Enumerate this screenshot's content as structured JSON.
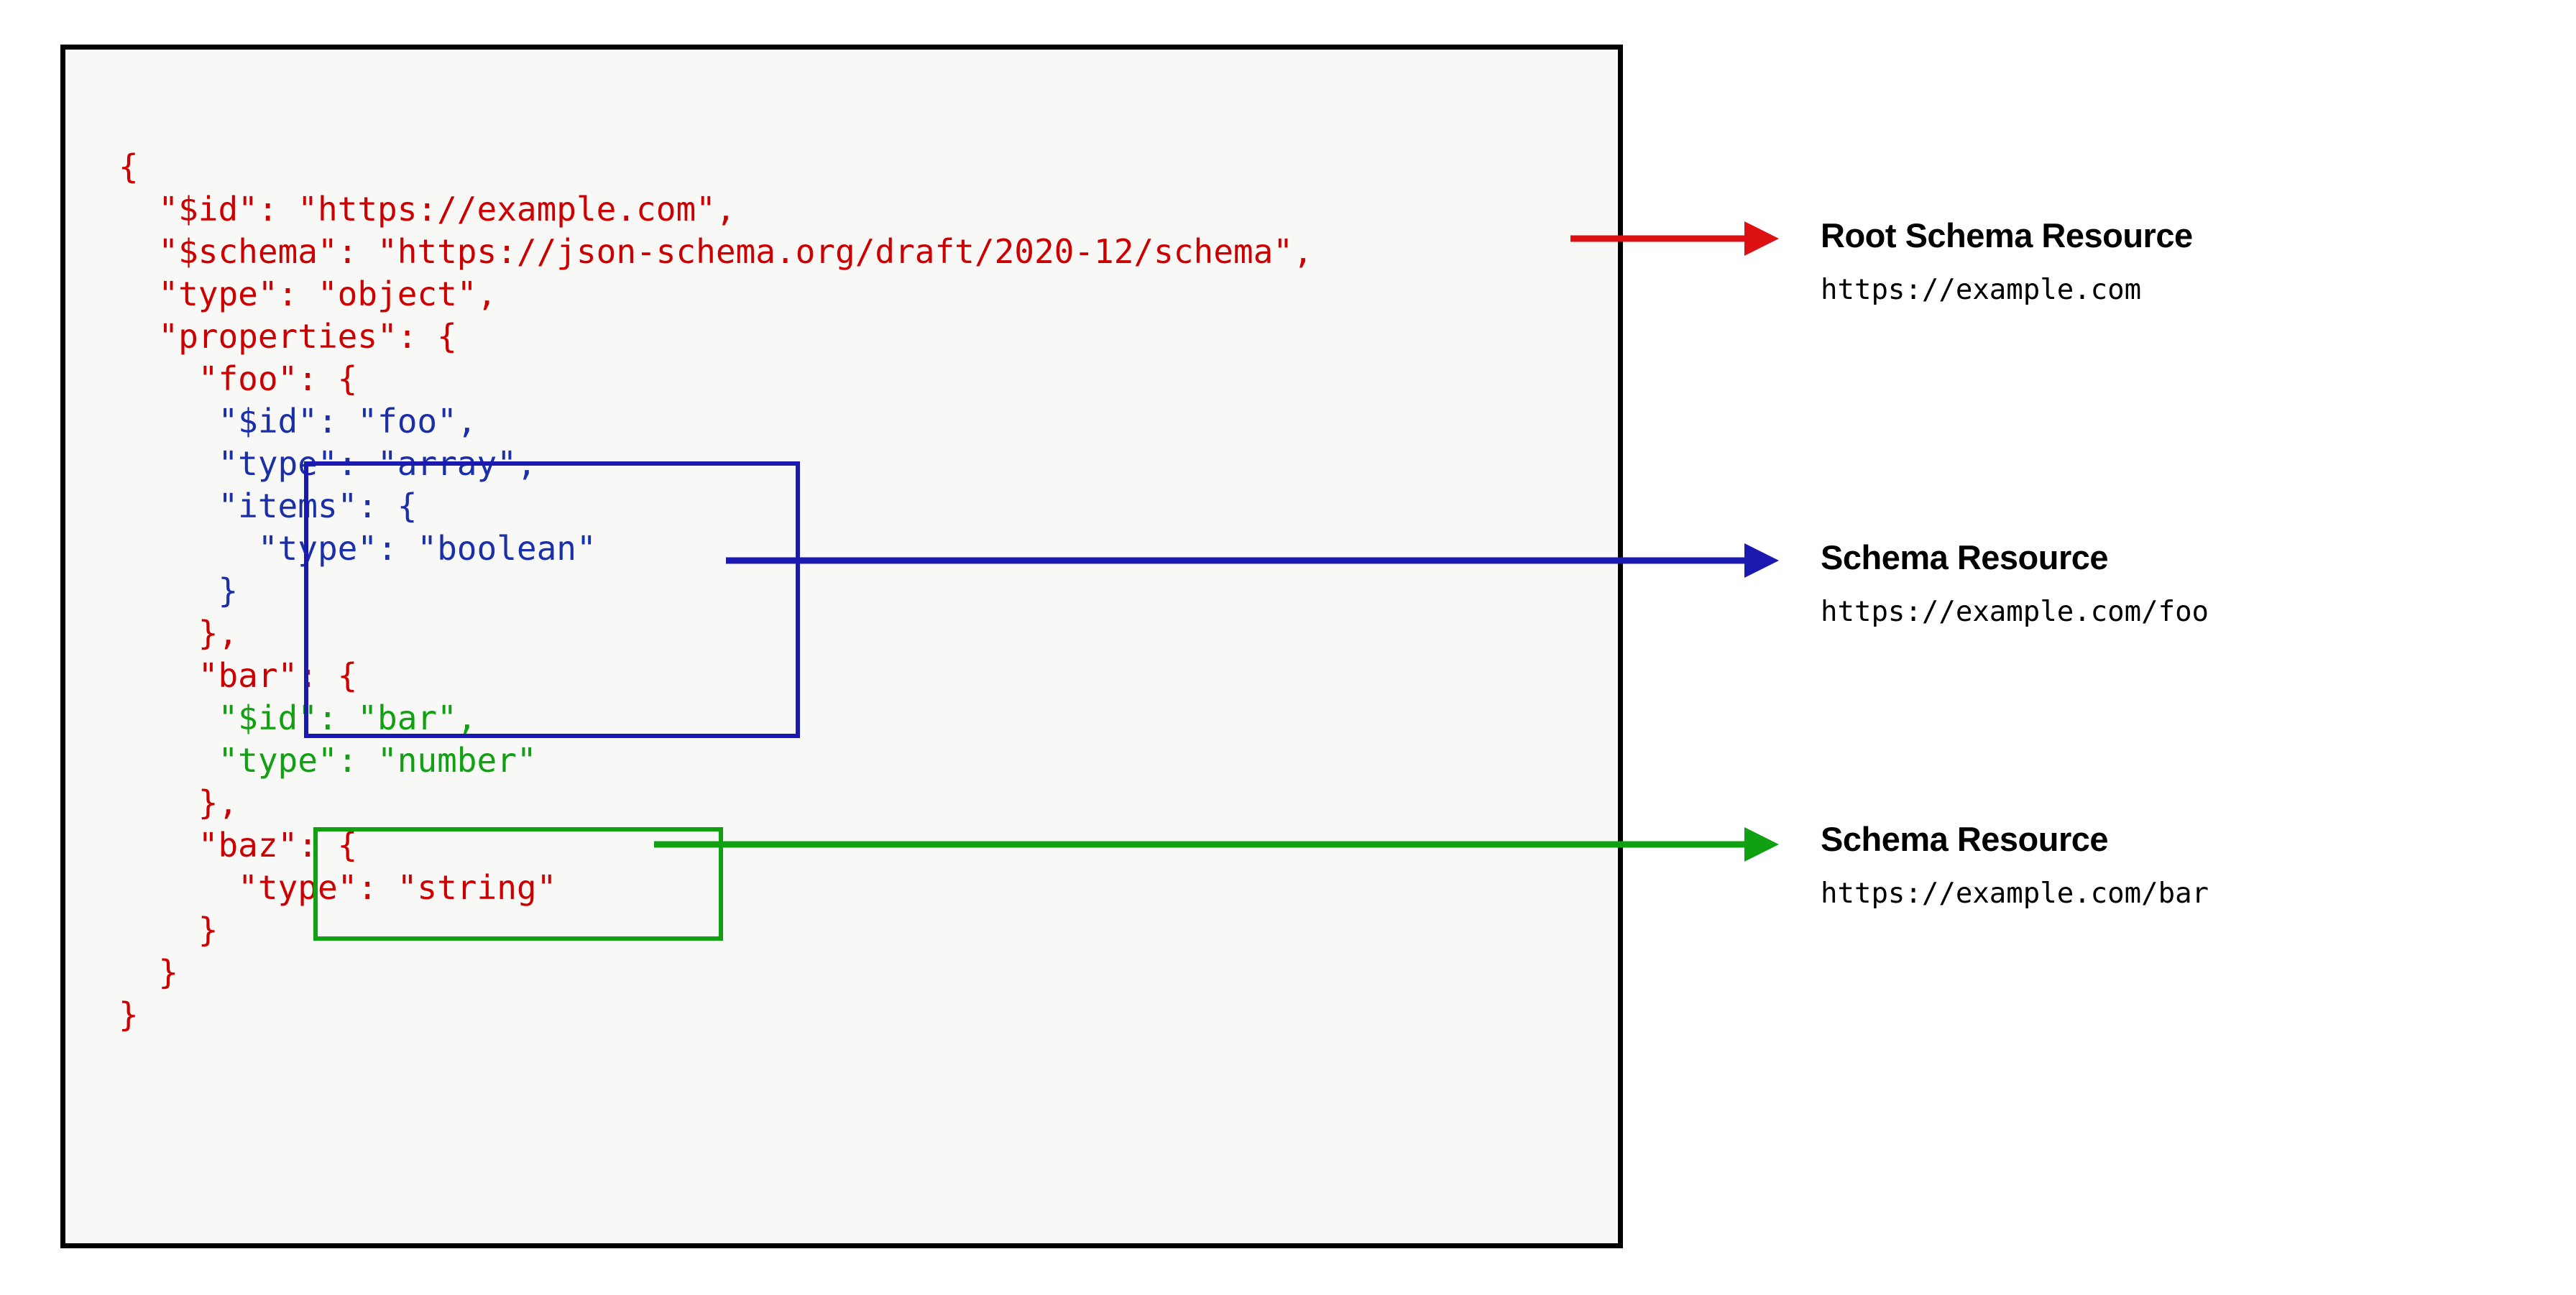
{
  "code_panel": {
    "language": "json",
    "lines": [
      {
        "indent": 0,
        "segments": [
          {
            "text": "{",
            "color": "red"
          }
        ]
      },
      {
        "indent": 1,
        "segments": [
          {
            "text": "\"$id\": \"https://example.com\",",
            "color": "red"
          }
        ]
      },
      {
        "indent": 1,
        "segments": [
          {
            "text": "\"$schema\": \"https://json-schema.org/draft/2020-12/schema\",",
            "color": "red"
          }
        ]
      },
      {
        "indent": 1,
        "segments": [
          {
            "text": "\"type\": \"object\",",
            "color": "red"
          }
        ]
      },
      {
        "indent": 1,
        "segments": [
          {
            "text": "\"properties\": {",
            "color": "red"
          }
        ]
      },
      {
        "indent": 2,
        "segments": [
          {
            "text": "\"foo\": {",
            "color": "red"
          }
        ]
      },
      {
        "indent": 2,
        "segments": [
          {
            "text": " \"$id\": \"foo\",",
            "color": "blue"
          }
        ]
      },
      {
        "indent": 2,
        "segments": [
          {
            "text": " \"type\": \"array\",",
            "color": "blue"
          }
        ]
      },
      {
        "indent": 2,
        "segments": [
          {
            "text": " \"items\": {",
            "color": "blue"
          }
        ]
      },
      {
        "indent": 2,
        "segments": [
          {
            "text": "   \"type\": \"boolean\"",
            "color": "blue"
          }
        ]
      },
      {
        "indent": 2,
        "segments": [
          {
            "text": " }",
            "color": "blue"
          }
        ]
      },
      {
        "indent": 2,
        "segments": [
          {
            "text": "},",
            "color": "red"
          }
        ]
      },
      {
        "indent": 2,
        "segments": [
          {
            "text": "\"bar\": {",
            "color": "red"
          }
        ]
      },
      {
        "indent": 2,
        "segments": [
          {
            "text": " \"$id\": \"bar\",",
            "color": "green"
          }
        ]
      },
      {
        "indent": 2,
        "segments": [
          {
            "text": " \"type\": \"number\"",
            "color": "green"
          }
        ]
      },
      {
        "indent": 2,
        "segments": [
          {
            "text": "},",
            "color": "red"
          }
        ]
      },
      {
        "indent": 2,
        "segments": [
          {
            "text": "\"baz\": {",
            "color": "red"
          }
        ]
      },
      {
        "indent": 3,
        "segments": [
          {
            "text": "\"type\": \"string\"",
            "color": "red"
          }
        ]
      },
      {
        "indent": 2,
        "segments": [
          {
            "text": "}",
            "color": "red"
          }
        ]
      },
      {
        "indent": 1,
        "segments": [
          {
            "text": "}",
            "color": "red"
          }
        ]
      },
      {
        "indent": 0,
        "segments": [
          {
            "text": "}",
            "color": "red"
          }
        ]
      }
    ]
  },
  "highlights": {
    "foo_box": {
      "label": "foo-schema-resource-box",
      "color": "#1a1ab0"
    },
    "bar_box": {
      "label": "bar-schema-resource-box",
      "color": "#11a011"
    }
  },
  "arrows": [
    {
      "name": "root-schema-arrow",
      "color": "#dd1111"
    },
    {
      "name": "foo-schema-arrow",
      "color": "#1a1ab0"
    },
    {
      "name": "bar-schema-arrow",
      "color": "#11a011"
    }
  ],
  "annotations": [
    {
      "title": "Root Schema Resource",
      "url": "https://example.com"
    },
    {
      "title": "Schema Resource",
      "url": "https://example.com/foo"
    },
    {
      "title": "Schema Resource",
      "url": "https://example.com/bar"
    }
  ],
  "colors": {
    "root_red": "#cc0000",
    "foo_blue": "#1a2fa8",
    "bar_green": "#11a011",
    "panel_border": "#000000",
    "panel_background": "#f8f8f7",
    "text_black": "#000000"
  }
}
